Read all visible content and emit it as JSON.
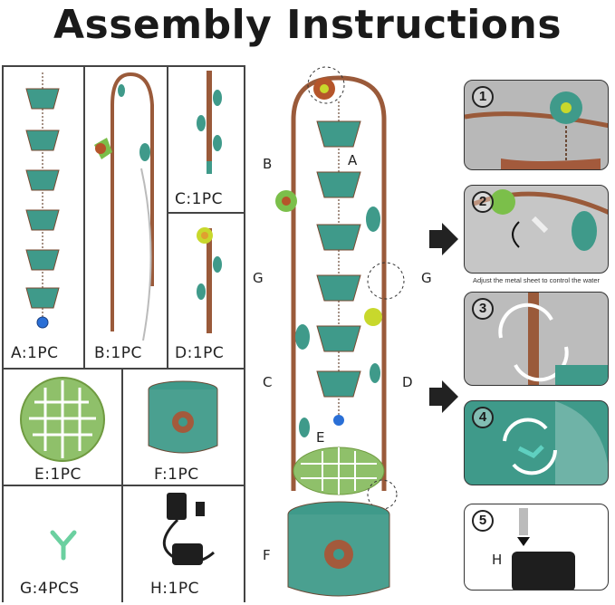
{
  "title": "Assembly Instructions",
  "parts": [
    {
      "key": "A",
      "label": "A:1PC"
    },
    {
      "key": "B",
      "label": "B:1PC"
    },
    {
      "key": "C",
      "label": "C:1PC"
    },
    {
      "key": "D",
      "label": "D:1PC"
    },
    {
      "key": "E",
      "label": "E:1PC"
    },
    {
      "key": "F",
      "label": "F:1PC"
    },
    {
      "key": "G",
      "label": "G:4PCS"
    },
    {
      "key": "H",
      "label": "H:1PC"
    }
  ],
  "diagram": {
    "letters": {
      "A": "A",
      "B": "B",
      "C": "C",
      "D": "D",
      "E": "E",
      "F": "F",
      "G_left": "G",
      "G_right": "G"
    }
  },
  "steps": [
    {
      "number": "1"
    },
    {
      "number": "2",
      "caption": "Adjust the metal sheet to control the water"
    },
    {
      "number": "3"
    },
    {
      "number": "4"
    },
    {
      "number": "5",
      "label": "H"
    }
  ],
  "colors": {
    "patina": "#3f9a8a",
    "copper": "#a35a3c",
    "dark": "#222222",
    "leaf_green": "#7bbf4a",
    "flower_yellow": "#c8d82c"
  }
}
